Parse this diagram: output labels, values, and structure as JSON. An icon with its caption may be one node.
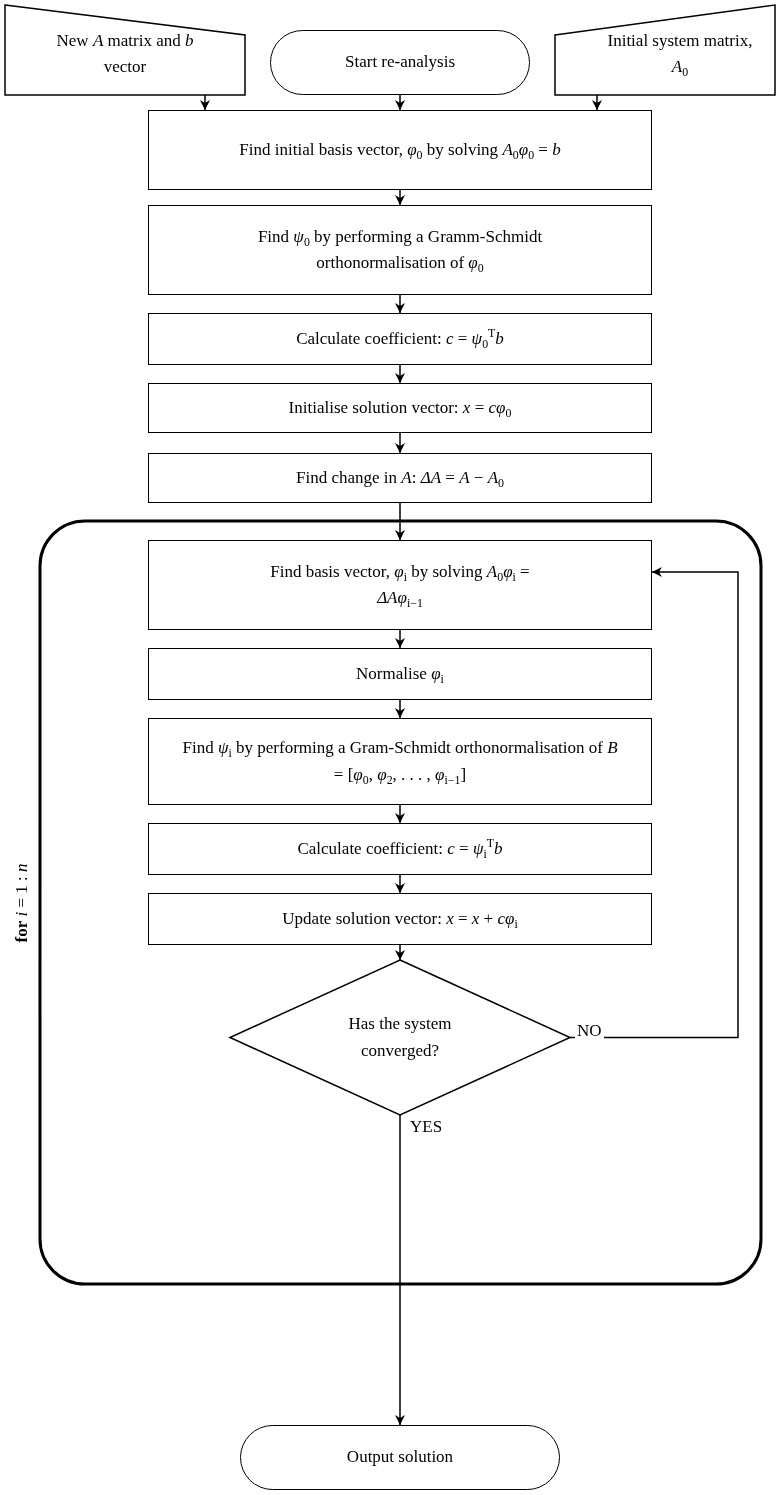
{
  "diagram": {
    "nodes": [
      {
        "text": [
          "New *A* matrix and *b* vector"
        ]
      },
      {
        "text": [
          "Start re-analysis"
        ]
      },
      {
        "text": [
          "Initial system matrix, *A*$_{0}$"
        ]
      },
      {
        "text": [
          "Find initial basis vector, *φ*$_{0}$ by solving *A*$_{0}$*φ*$_{0}$ = *b*"
        ]
      },
      {
        "text": [
          "Find *ψ*$_{0}$ by performing a Gramm-Schmidt orthonormalisation of *φ*$_{0}$"
        ]
      },
      {
        "text": [
          "Calculate coefficient: *c* = *ψ*$_{0}$$^{T}$*b*"
        ]
      },
      {
        "text": [
          "Initialise solution vector: *x* = *cφ*$_{0}$"
        ]
      },
      {
        "text": [
          "Find change in *A*: *ΔA* = *A* − *A*$_{0}$"
        ]
      },
      {
        "text": [
          "**for** *i* = 1 : *n*"
        ]
      },
      {
        "text": [
          "Find basis vector, *φ*$_{i}$ by solving *A*$_{0}$*φ*$_{i}$ = *ΔAφ*$_{i−1}$"
        ],
        "in": 8
      },
      {
        "text": [
          "Normalise *φ*$_{i}$"
        ],
        "in": 8
      },
      {
        "text": [
          "Find *ψ*$_{i}$ by performing a Gram-Schmidt orthonormalisation of *B* = [*φ*$_{0}$, *φ*$_{2}$, . . . , *φ*$_{i−1}$]"
        ],
        "in": 8
      },
      {
        "text": [
          "Calculate coefficient: *c* = *ψ*$_{i}$$^{T}$*b*"
        ],
        "in": 8
      },
      {
        "text": [
          "Update solution vector: *x* = *x* + *cφ*$_{i}$"
        ],
        "in": 8
      },
      {
        "text": [
          "Has the system converged?"
        ],
        "in": 8
      },
      {
        "text": [
          "Output solution"
        ]
      }
    ],
    "edges": [
      {
        "from": 0,
        "to": 3,
        "arrow": "to"
      },
      {
        "from": 1,
        "to": 3,
        "arrow": "to"
      },
      {
        "from": 2,
        "to": 3,
        "arrow": "to"
      },
      {
        "from": 3,
        "to": 4,
        "arrow": "to"
      },
      {
        "from": 4,
        "to": 5,
        "arrow": "to"
      },
      {
        "from": 5,
        "to": 6,
        "arrow": "to"
      },
      {
        "from": 6,
        "to": 7,
        "arrow": "to"
      },
      {
        "from": 7,
        "to": 9,
        "arrow": "to"
      },
      {
        "from": 9,
        "to": 10,
        "arrow": "to"
      },
      {
        "from": 10,
        "to": 11,
        "arrow": "to"
      },
      {
        "from": 11,
        "to": 12,
        "arrow": "to"
      },
      {
        "from": 12,
        "to": 13,
        "arrow": "to"
      },
      {
        "from": 13,
        "to": 14,
        "arrow": "to"
      },
      {
        "from": 14,
        "to": 9,
        "arrow": "to",
        "label": "NO"
      },
      {
        "from": 14,
        "to": 15,
        "arrow": "to",
        "label": "YES"
      }
    ]
  }
}
